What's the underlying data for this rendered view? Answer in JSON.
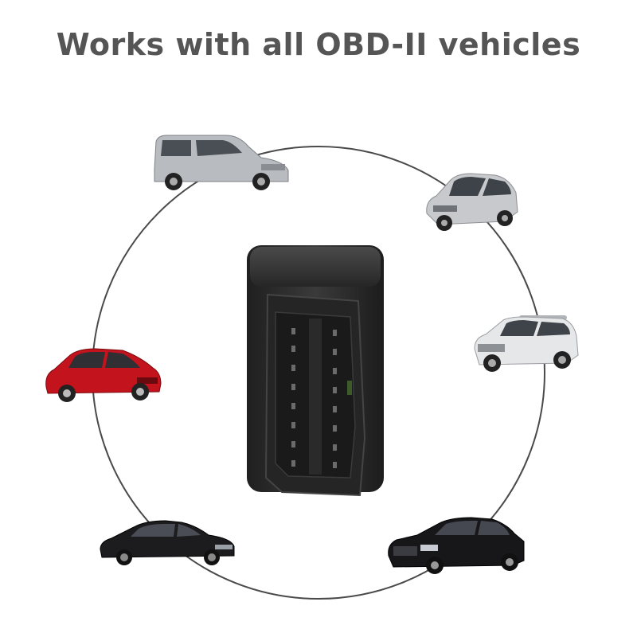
{
  "headline": "Works with all OBD-II vehicles",
  "colors": {
    "headline": "#555555",
    "ring": "#4a4a4a",
    "adapter_body": "#2e2e2e",
    "silver_car": "#c9ccd0",
    "red_car": "#c0131c",
    "black_car": "#1c1c1e",
    "white_car": "#eeeeee"
  },
  "product": {
    "icon": "obd2-adapter-icon",
    "connector_pins": 16
  },
  "vehicles": [
    {
      "icon": "minivan-icon",
      "color": "silver"
    },
    {
      "icon": "hatchback-icon",
      "color": "silver"
    },
    {
      "icon": "suv-icon",
      "color": "white"
    },
    {
      "icon": "sedan-icon",
      "color": "black"
    },
    {
      "icon": "luxury-sedan-icon",
      "color": "black"
    },
    {
      "icon": "hatchback-icon",
      "color": "red"
    }
  ]
}
